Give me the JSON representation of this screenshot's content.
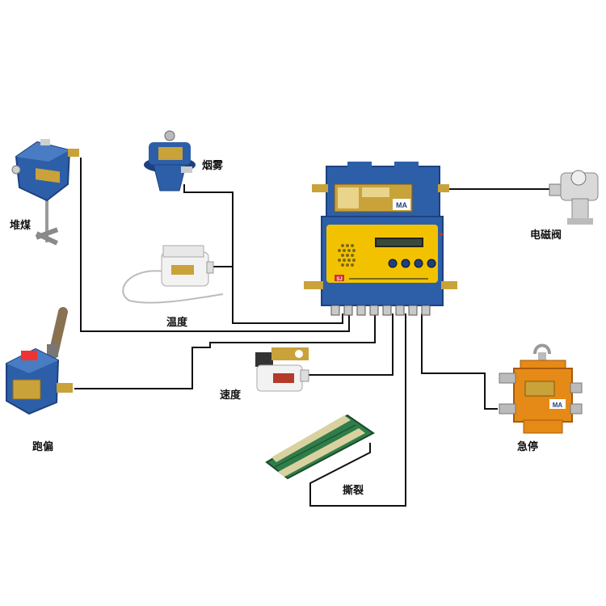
{
  "labels": {
    "coal_pile": "堆煤",
    "smoke": "烟雾",
    "temperature": "温度",
    "deviation": "跑偏",
    "speed": "速度",
    "tear": "撕裂",
    "solenoid_valve": "电磁阀",
    "emergency_stop": "急停"
  },
  "controller": {
    "nameplate_mark": "MA",
    "badge_text": "SJ",
    "buttons": 4,
    "cable_glands": 8
  },
  "emergency_stop_box": {
    "nameplate_mark": "MA"
  },
  "colors": {
    "device_blue": "#2d5fa8",
    "device_blue_dark": "#1d4180",
    "controller_panel": "#f2c200",
    "estop_orange": "#e58a16",
    "brass": "#c9a23a",
    "belt_green": "#2f7d4a",
    "wire": "#111111"
  }
}
